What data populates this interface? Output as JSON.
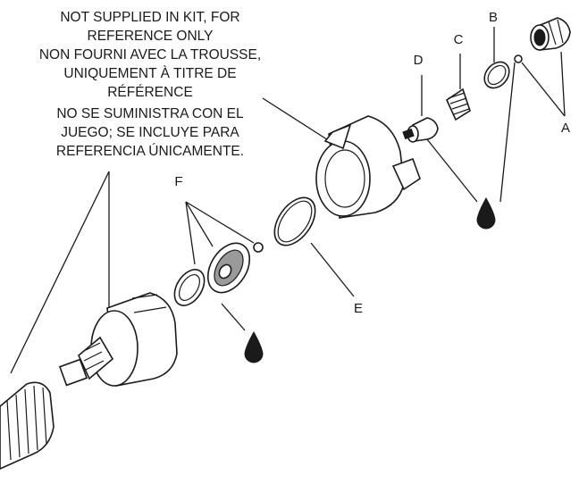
{
  "note": {
    "lines": [
      "NOT SUPPLIED IN KIT, FOR",
      "REFERENCE ONLY",
      "NON FOURNI AVEC LA TROUSSE,",
      "UNIQUEMENT À TITRE DE",
      "RÉFÉRENCE",
      "NO SE SUMINISTRA CON EL",
      "JUEGO; SE INCLUYE PARA",
      "REFERENCIA ÚNICAMENTE."
    ]
  },
  "labels": {
    "a": "A",
    "b": "B",
    "c": "C",
    "d": "D",
    "e": "E",
    "f": "F"
  }
}
